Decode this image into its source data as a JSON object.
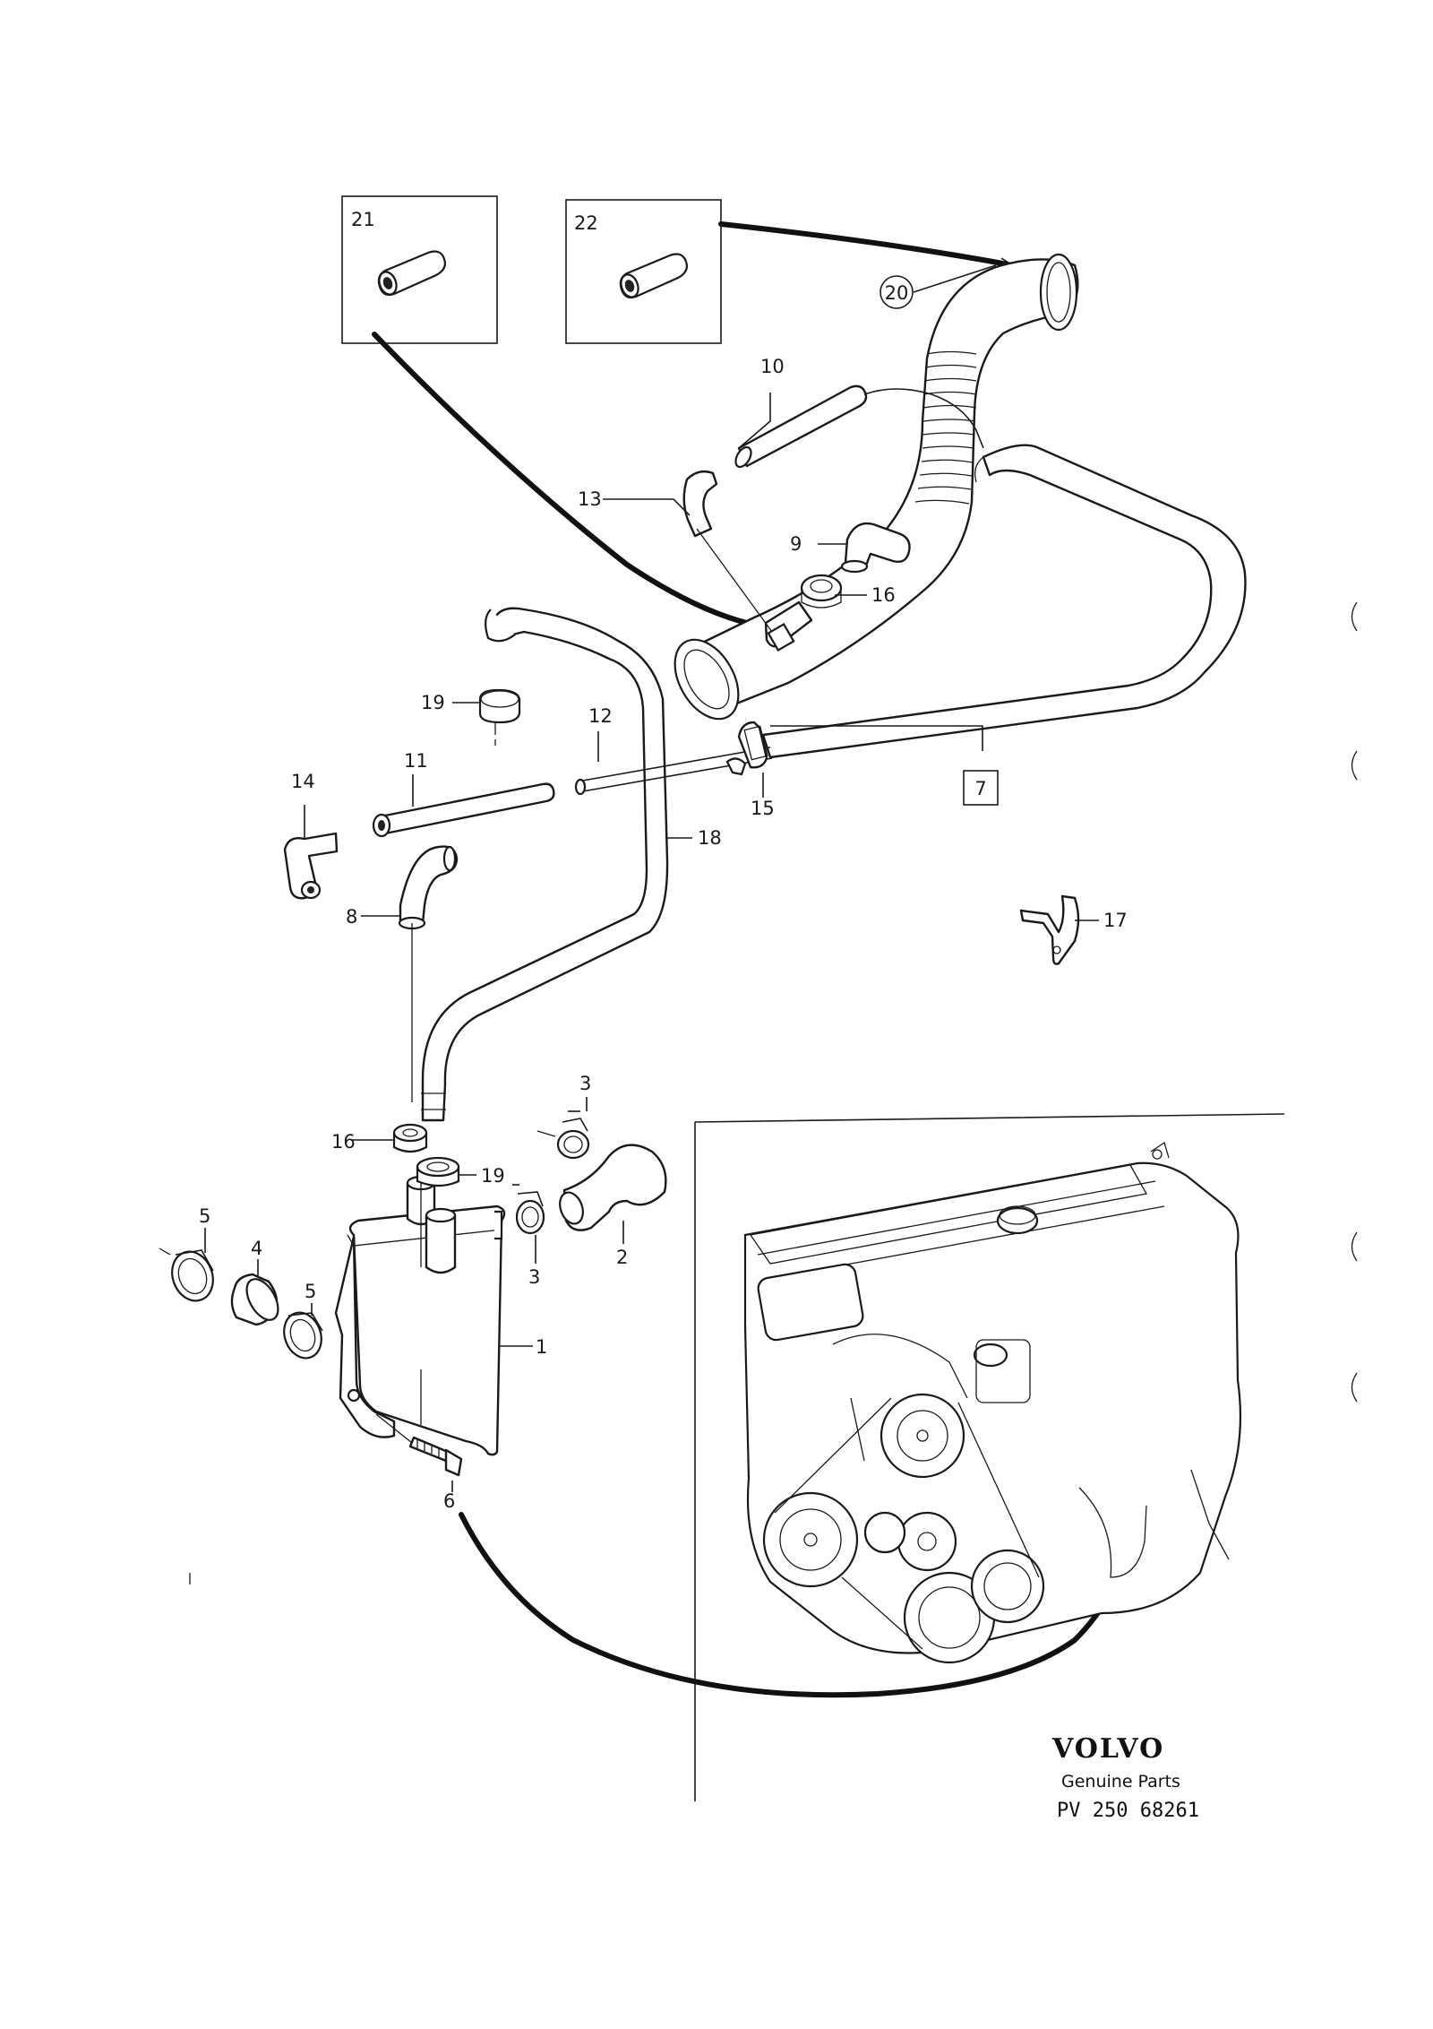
{
  "labels": {
    "p1": "1",
    "p2": "2",
    "p3a": "3",
    "p3b": "3",
    "p4": "4",
    "p5a": "5",
    "p5b": "5",
    "p6": "6",
    "p7": "7",
    "p8": "8",
    "p9": "9",
    "p10": "10",
    "p11": "11",
    "p12": "12",
    "p13": "13",
    "p14": "14",
    "p15": "15",
    "p16a": "16",
    "p16b": "16",
    "p17": "17",
    "p18": "18",
    "p19a": "19",
    "p19b": "19",
    "p20": "20",
    "p21": "21",
    "p22": "22"
  },
  "branding": {
    "brand": "VOLVO",
    "tagline": "Genuine Parts",
    "code": "PV 250 68261"
  }
}
